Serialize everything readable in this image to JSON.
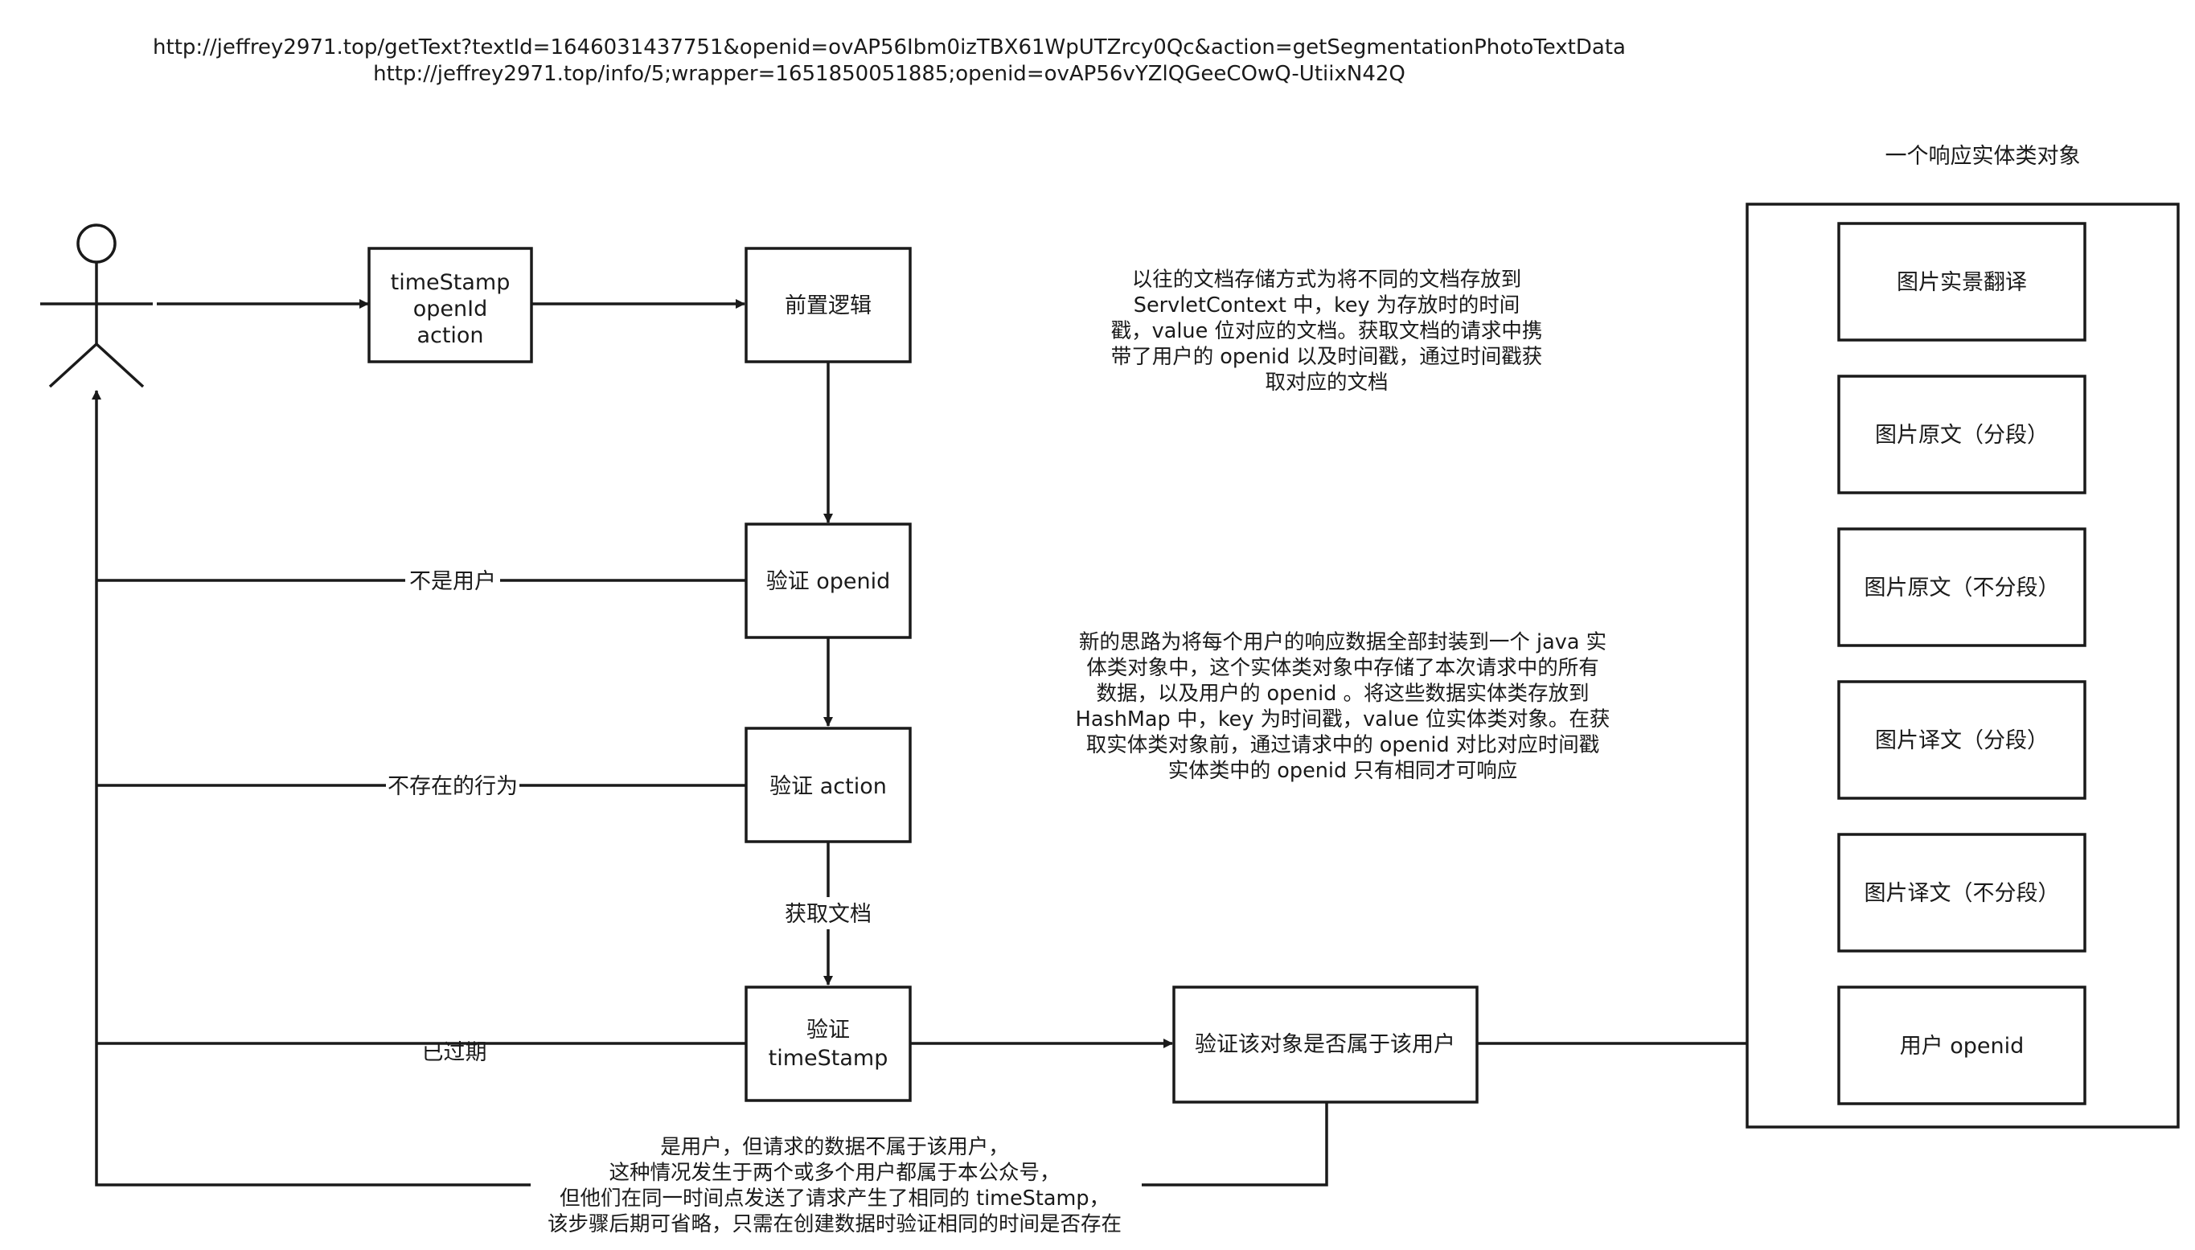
{
  "urls": [
    "http://jeffrey2971.top/getText?textId=1646031437751&openid=ovAP56Ibm0izTBX61WpUTZrcy0Qc&action=getSegmentationPhotoTextData",
    "http://jeffrey2971.top/info/5;wrapper=1651850051885;openid=ovAP56vYZlQGeeCOwQ-UtiixN42Q"
  ],
  "actor": {
    "icon": "user-actor-icon"
  },
  "boxes": {
    "params": [
      "timeStamp",
      "openId",
      "action"
    ],
    "pre_logic": "前置逻辑",
    "verify_openid": "验证 openid",
    "verify_action": "验证 action",
    "verify_timestamp": [
      "验证",
      "timeStamp"
    ],
    "verify_owner": "验证该对象是否属于该用户"
  },
  "edge_labels": {
    "not_user": "不是用户",
    "invalid_action": "不存在的行为",
    "get_doc": "获取文档",
    "expired": "已过期"
  },
  "notes": {
    "old_approach": [
      "以往的文档存储方式为将不同的文档存放到",
      "ServletContext 中，key 为存放时的时间",
      "戳，value 位对应的文档。获取文档的请求中携",
      "带了用户的 openid 以及时间戳，通过时间戳获",
      "取对应的文档"
    ],
    "new_approach": [
      "新的思路为将每个用户的响应数据全部封装到一个 java 实",
      "体类对象中，这个实体类对象中存储了本次请求中的所有",
      "数据，以及用户的 openid 。将这些数据实体类存放到",
      "HashMap 中，key 为时间戳，value 位实体类对象。在获",
      "取实体类对象前，通过请求中的 openid 对比对应时间戳",
      "实体类中的 openid 只有相同才可响应"
    ],
    "bottom": [
      "是用户，但请求的数据不属于该用户，",
      "这种情况发生于两个或多个用户都属于本公众号，",
      "但他们在同一时间点发送了请求产生了相同的 timeStamp，",
      "该步骤后期可省略，只需在创建数据时验证相同的时间是否存在"
    ]
  },
  "entity": {
    "title": "一个响应实体类对象",
    "fields": [
      "图片实景翻译",
      "图片原文（分段）",
      "图片原文（不分段）",
      "图片译文（分段）",
      "图片译文（不分段）",
      "用户 openid"
    ]
  },
  "colors": {
    "stroke": "#1a1a1a",
    "background": "#ffffff"
  }
}
